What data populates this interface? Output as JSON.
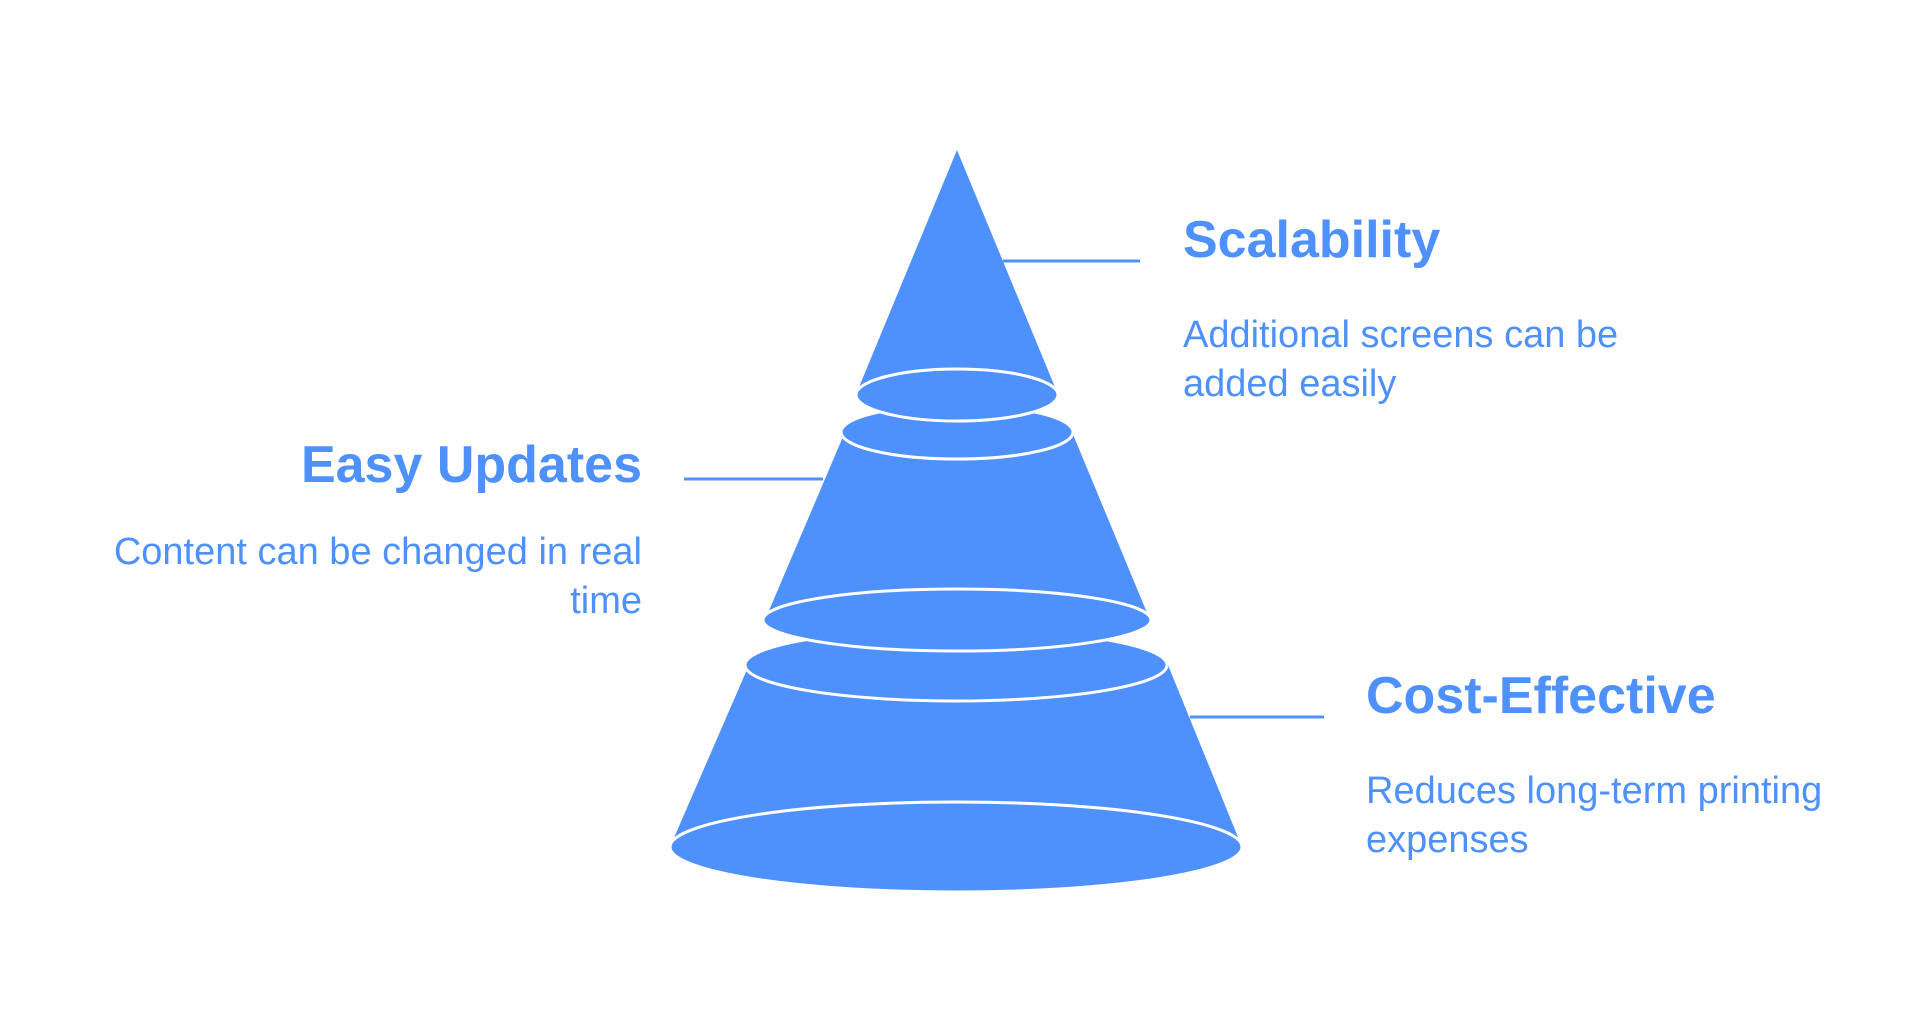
{
  "colors": {
    "accent": "#4f91fc",
    "text": "#4f91fc",
    "outline": "#ffffff",
    "background": "#ffffff"
  },
  "sections": [
    {
      "id": "scalability",
      "title": "Scalability",
      "description": "Additional screens can be added easily"
    },
    {
      "id": "easy-updates",
      "title": "Easy Updates",
      "description": "Content can be changed in real time"
    },
    {
      "id": "cost-effective",
      "title": "Cost-Effective",
      "description": "Reduces long-term printing expenses"
    }
  ]
}
